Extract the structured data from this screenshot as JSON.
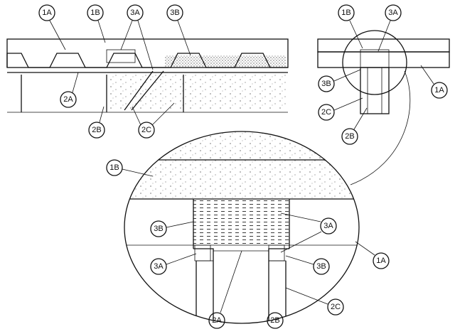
{
  "colors": {
    "ink": "#111111",
    "paper": "#ffffff",
    "hatch": "#222222"
  },
  "callouts": {
    "section": {
      "c1": "1A",
      "c2": "1B",
      "c3": "3A",
      "c4": "3B",
      "c5": "2A",
      "c6": "2B",
      "c7": "2C"
    },
    "end_view": {
      "c1": "1B",
      "c2": "3A",
      "c3": "3B",
      "c4": "1A",
      "c5": "2C",
      "c6": "2B"
    },
    "detail": {
      "c1": "1B",
      "c2": "3B",
      "c3": "3A",
      "c4": "1A",
      "c5": "3A",
      "c6": "3B",
      "c7": "2A",
      "c8": "2B",
      "c9": "2C"
    }
  }
}
